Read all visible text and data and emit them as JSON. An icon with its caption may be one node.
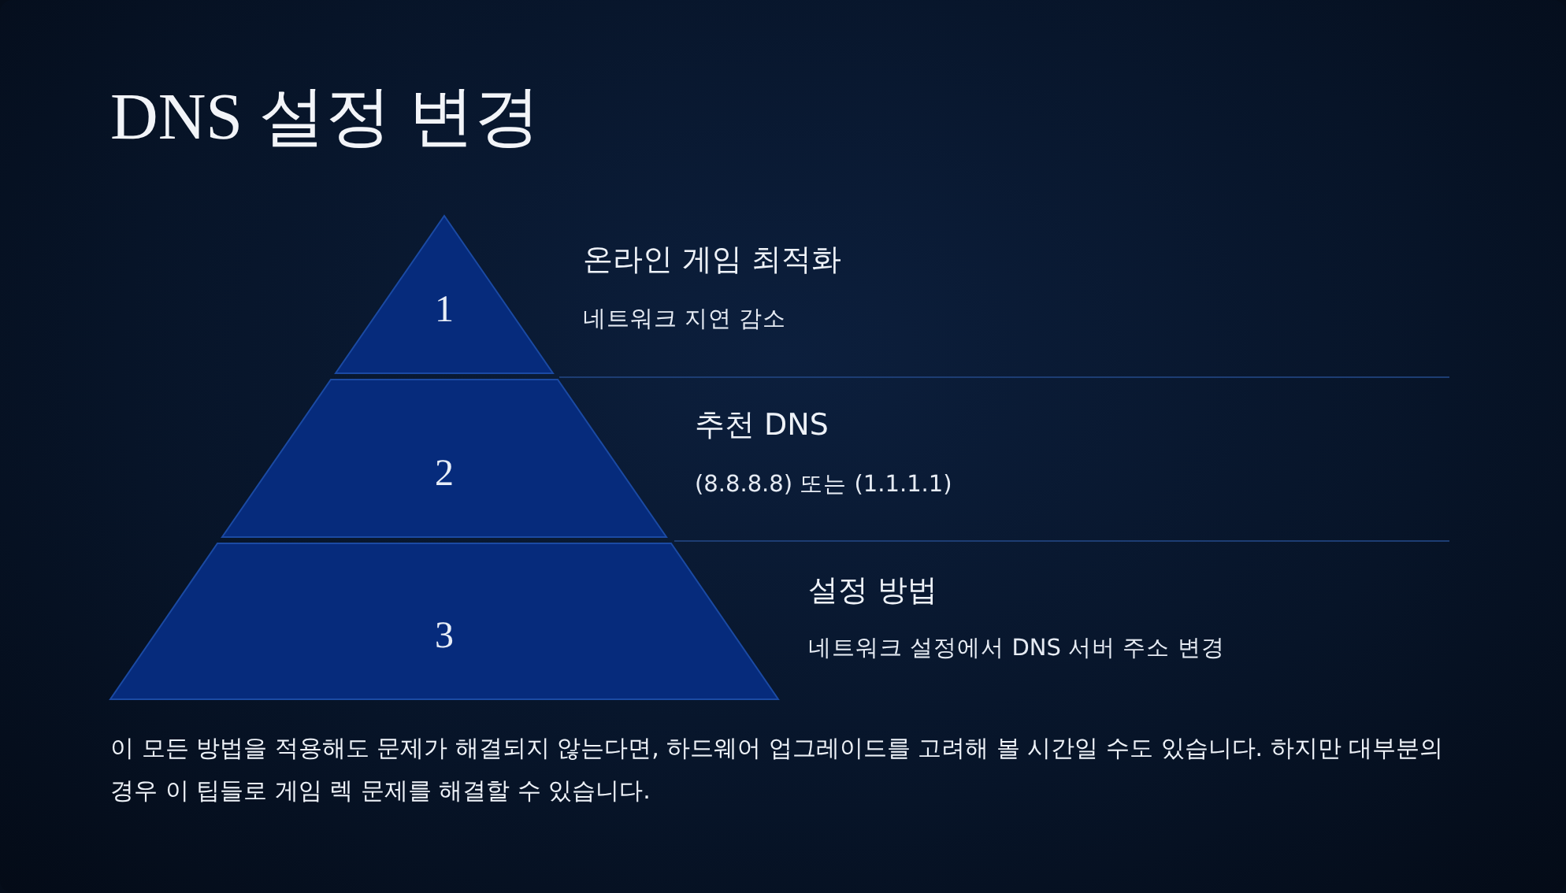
{
  "diagram": {
    "title": "DNS 설정 변경",
    "nodes": [
      {
        "text": [
          "1"
        ],
        "beside": [
          "온라인 게임 최적화",
          "네트워크 지연 감소"
        ]
      },
      {
        "text": [
          "2"
        ],
        "beside": [
          "추천 DNS",
          "(8.8.8.8) 또는 (1.1.1.1)"
        ]
      },
      {
        "text": [
          "3"
        ],
        "beside": [
          "설정 방법",
          "네트워크 설정에서 DNS 서버 주소 변경"
        ]
      }
    ],
    "labels": [
      "이 모든 방법을 적용해도 문제가 해결되지 않는다면, 하드웨어 업그레이드를 고려해 볼 시간일 수도 있습니다. 하지만 대부분의 경우 이 팁들로 게임 렉 문제를 해결할 수 있습니다."
    ]
  }
}
